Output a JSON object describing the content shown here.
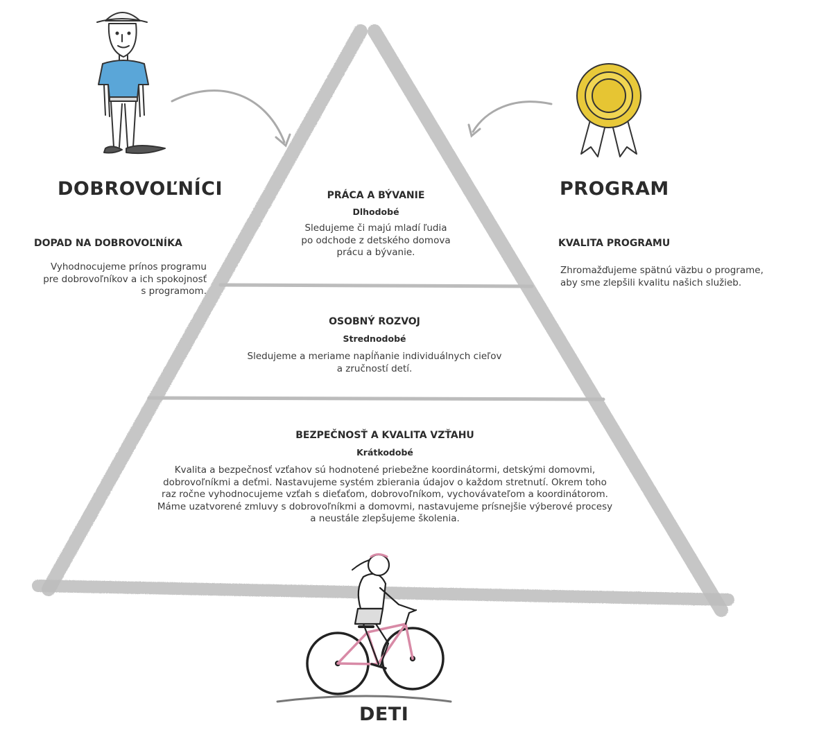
{
  "colors": {
    "highlight": "#f6dc3a",
    "stroke": "#b8b8b8",
    "shirt": "#5aa6d8",
    "medal": "#e8c93a"
  },
  "left": {
    "title": "DOBROVOĽNÍCI",
    "section_title": "DOPAD NA DOBROVOĽNÍKA",
    "text_lines": [
      "Vyhodnocujeme prínos programu",
      "pre dobrovoľníkov a ich spokojnosť",
      "s programom."
    ]
  },
  "right": {
    "title": "PROGRAM",
    "section_title": "KVALITA PROGRAMU",
    "text_lines": [
      "Zhromažďujeme spätnú väzbu o programe,",
      "aby sme zlepšili kvalitu našich služieb."
    ]
  },
  "bottom": {
    "title": "DETI"
  },
  "levels": {
    "top": {
      "title": "PRÁCA A BÝVANIE",
      "term": "Dlhodobé",
      "text_lines": [
        "Sledujeme či majú mladí ľudia",
        "po odchode z detského domova",
        "prácu a bývanie."
      ]
    },
    "middle": {
      "title": "OSOBNÝ ROZVOJ",
      "term": "Strednodobé",
      "text_lines": [
        "Sledujeme a meriame napĺňanie individuálnych cieľov",
        "a zručností detí."
      ]
    },
    "bottom": {
      "title": "BEZPEČNOSŤ A KVALITA VZŤAHU",
      "term": "Krátkodobé",
      "text_lines": [
        "Kvalita a bezpečnosť vzťahov sú hodnotené priebežne koordinátormi, detskými domovmi,",
        "dobrovoľníkmi a deťmi. Nastavujeme systém zbierania údajov o každom stretnutí. Okrem toho",
        "raz ročne vyhodnocujeme vzťah s dieťaťom, dobrovoľníkom, vychovávateľom a koordinátorom.",
        "Máme uzatvorené zmluvy s dobrovoľníkmi  a domovmi, nastavujeme prísnejšie výberové procesy",
        "a neustále zlepšujeme školenia."
      ]
    }
  },
  "icons": {
    "volunteer": "volunteer-illustration",
    "medal": "quality-medal-icon",
    "child": "child-on-bicycle-illustration",
    "arrow_left": "curved-arrow-icon",
    "arrow_right": "curved-arrow-icon"
  }
}
